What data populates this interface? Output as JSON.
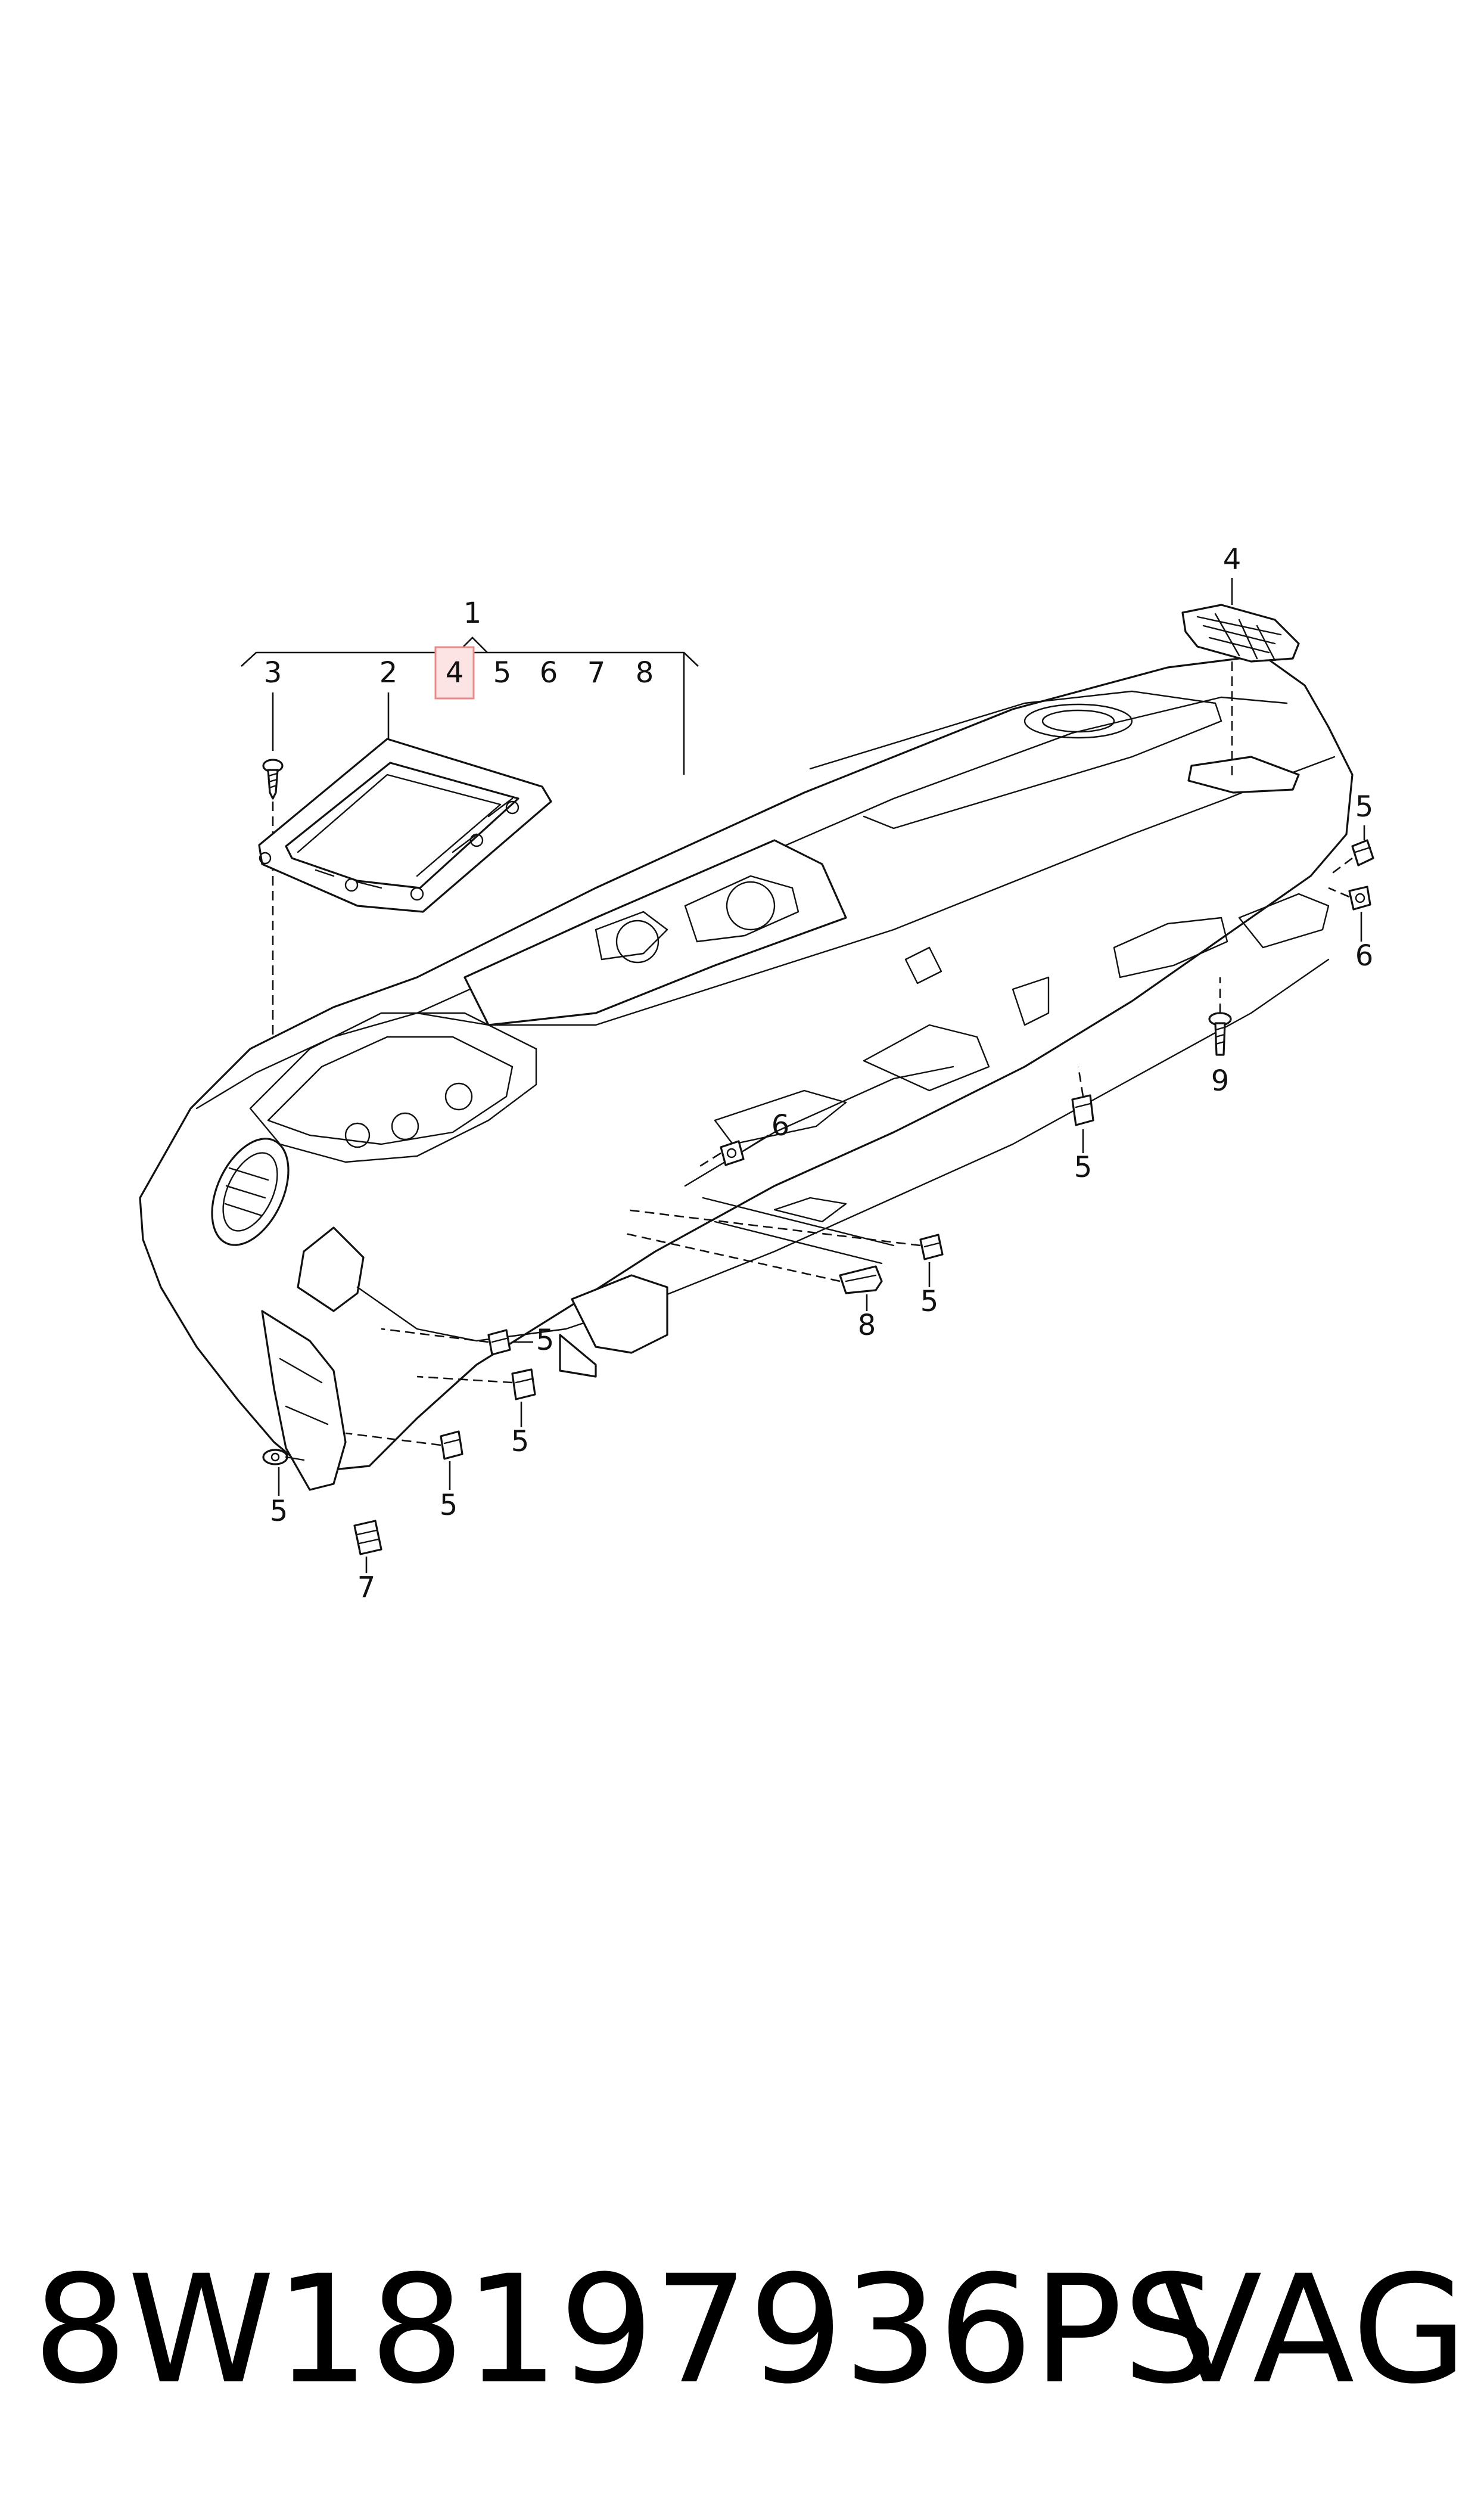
{
  "diagram": {
    "callouts": {
      "assembly": "1",
      "subpart_trim_frame": "2",
      "subpart_screw": "3",
      "subpart_highlighted": "4",
      "subpart_clip": "5",
      "subpart_nut": "6",
      "subpart_retainer": "7",
      "subpart_bracket": "8",
      "defroster_vent": "4",
      "clip_right_upper": "5",
      "nut_right_lower": "6",
      "bolt": "9",
      "clip_center_right": "5",
      "nut_center": "6",
      "clip_center": "5",
      "bracket_center": "8",
      "clip_left_1": "5",
      "clip_left_2": "5",
      "clip_left_3": "5",
      "clip_left_4": "5",
      "retainer_bottom": "7"
    },
    "highlight_color": "#e88a8a"
  },
  "footer": {
    "part_number": "8W18197936PS",
    "brand": "VAG"
  }
}
